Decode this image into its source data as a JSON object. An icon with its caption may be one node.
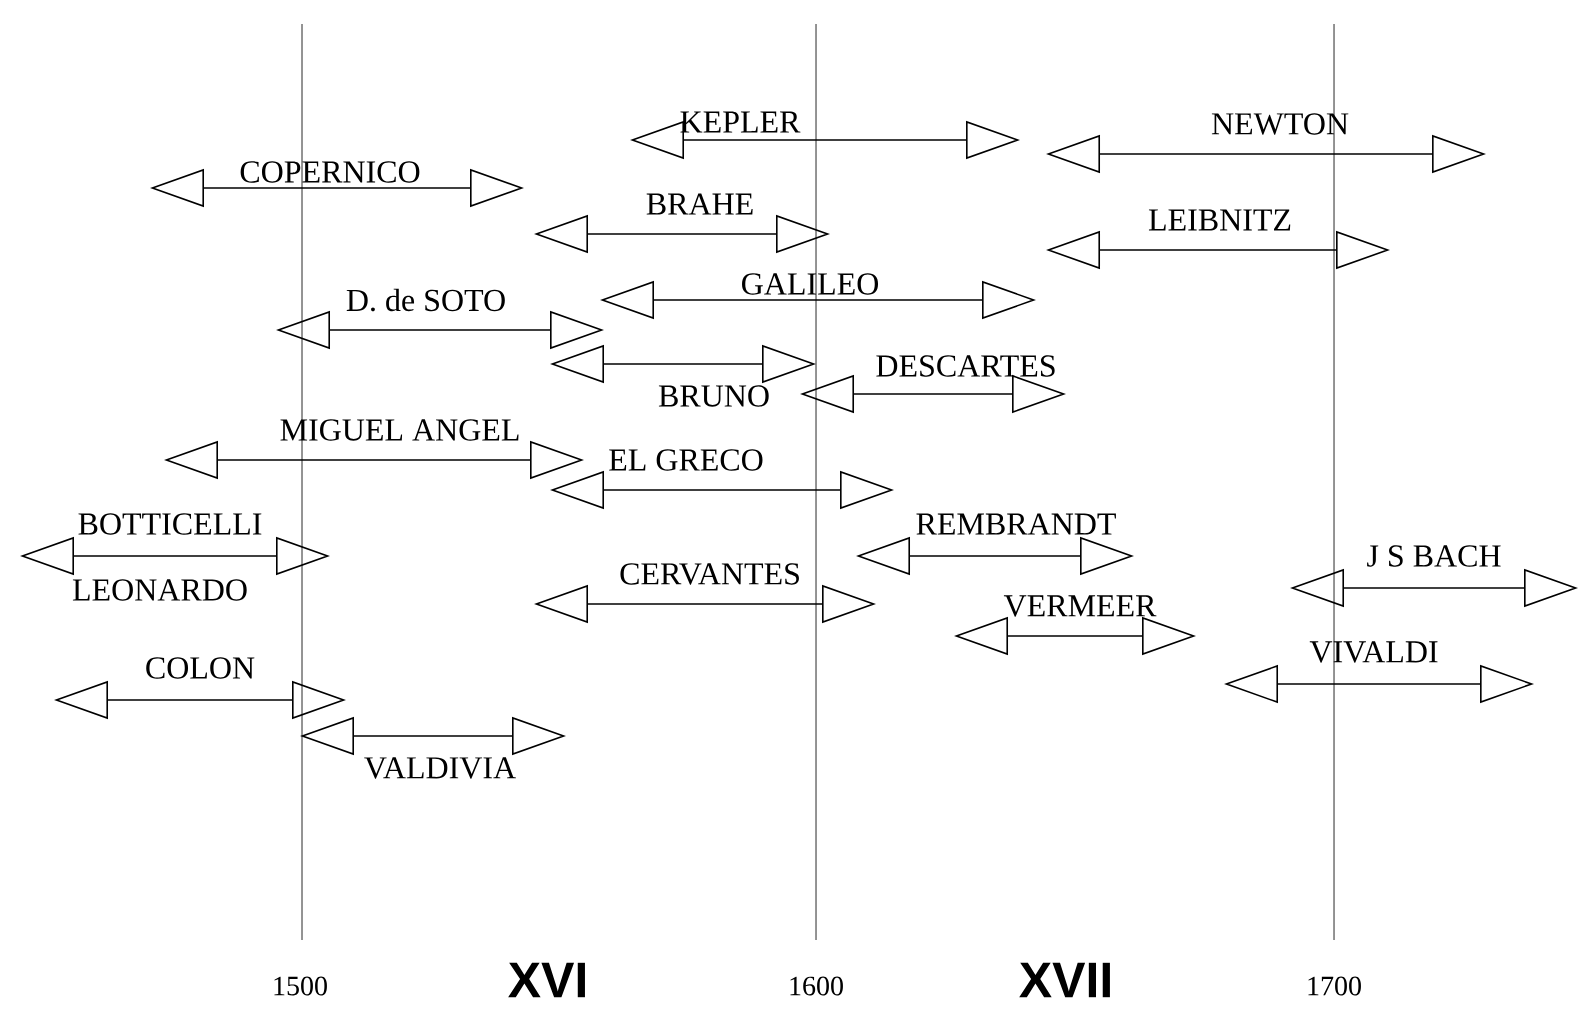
{
  "diagram": {
    "labels": [
      "KEPLER",
      "NEWTON",
      "COPERNICO",
      "BRAHE",
      "LEIBNITZ",
      "GALILEO",
      "D. de SOTO",
      "DESCARTES",
      "BRUNO",
      "MIGUEL ANGEL",
      "EL GRECO",
      "BOTTICELLI",
      "REMBRANDT",
      "J S BACH",
      "LEONARDO",
      "CERVANTES",
      "VERMEER",
      "VIVALDI",
      "COLON",
      "VALDIVIA",
      "1500",
      "XVI",
      "1600",
      "XVII",
      "1700"
    ]
  }
}
